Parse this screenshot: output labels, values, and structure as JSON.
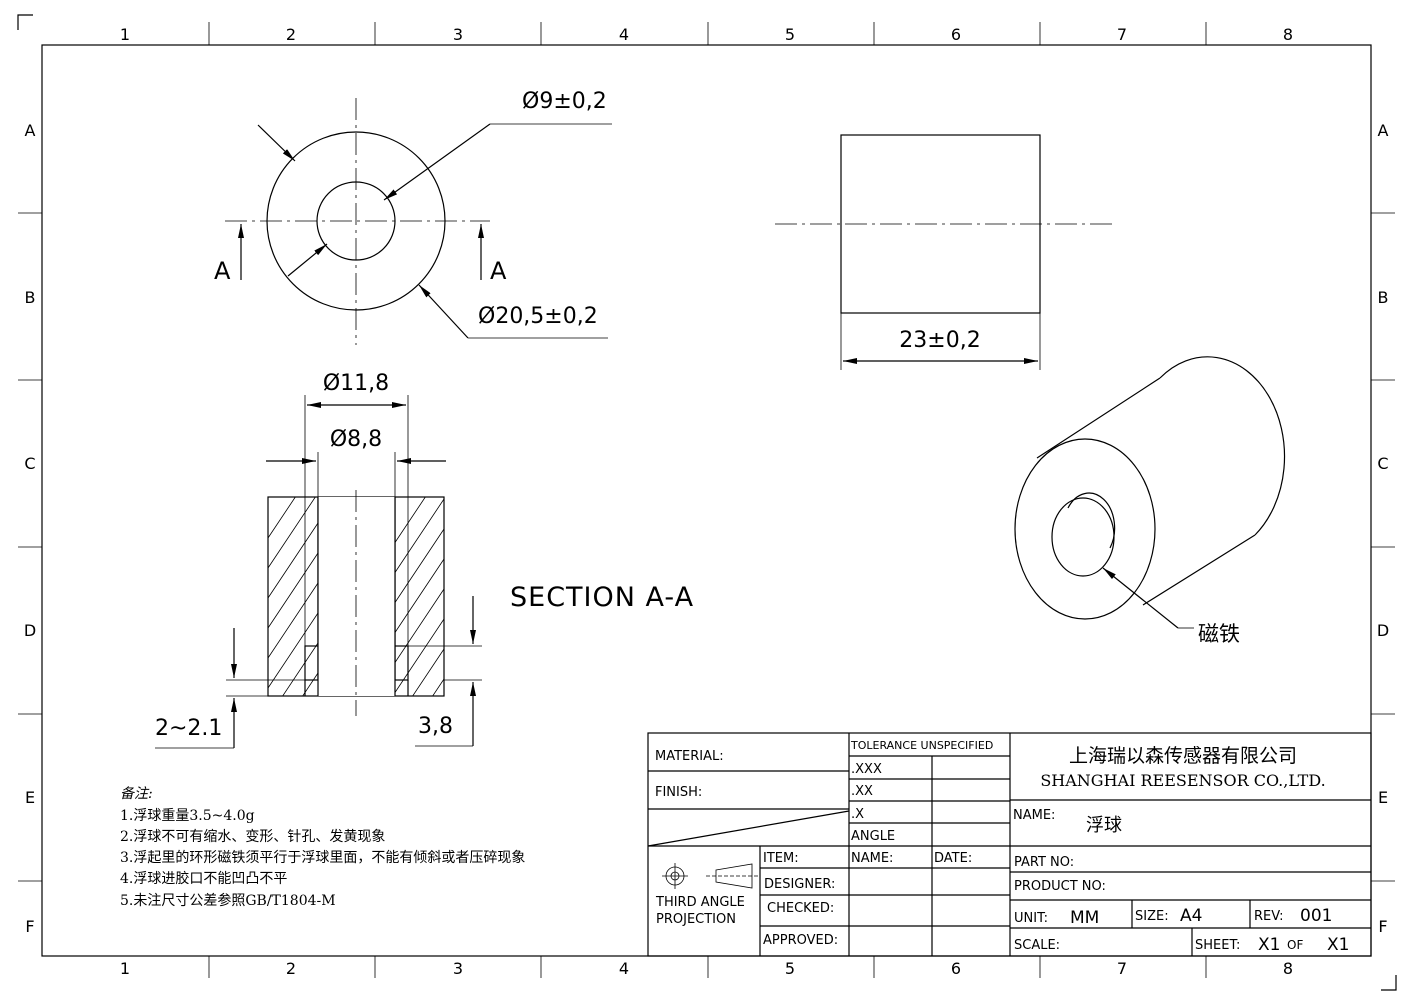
{
  "frame": {
    "columns": [
      "1",
      "2",
      "3",
      "4",
      "5",
      "6",
      "7",
      "8"
    ],
    "rows": [
      "A",
      "B",
      "C",
      "D",
      "E",
      "F"
    ]
  },
  "dimensions": {
    "inner_diameter": "Ø9±0,2",
    "outer_diameter": "Ø20,5±0,2",
    "length": "23±0,2",
    "recess_diameter": "Ø11,8",
    "bore_diameter": "Ø8,8",
    "recess_depth": "2~2.1",
    "recess_depth_right": "3,8",
    "section_marker": "A"
  },
  "section_label": "SECTION A-A",
  "magnet_label": "磁铁",
  "notes": {
    "title": "备注:",
    "items": [
      "1.浮球重量3.5~4.0g",
      "2.浮球不可有缩水、变形、针孔、发黄现象",
      "3.浮起里的环形磁铁须平行于浮球里面，不能有倾斜或者压碎现象",
      "4.浮球进胶口不能凹凸不平",
      "5.未注尺寸公差参照GB/T1804-M"
    ]
  },
  "title_block": {
    "material": "MATERIAL:",
    "finish": "FINISH:",
    "tolerance_header": "TOLERANCE  UNSPECIFIED",
    "tolerances": [
      ".XXX",
      ".XX",
      ".X",
      "ANGLE"
    ],
    "projection": [
      "THIRD  ANGLE",
      "PROJECTION"
    ],
    "item": "ITEM:",
    "name_col": "NAME:",
    "date_col": "DATE:",
    "designer": "DESIGNER:",
    "checked": "CHECKED:",
    "approved": "APPROVED:",
    "company_cn": "上海瑞以森传感器有限公司",
    "company_en": "SHANGHAI REESENSOR CO.,LTD.",
    "name_label": "NAME:",
    "name_value": "浮球",
    "part_no": "PART  NO:",
    "product_no": "PRODUCT  NO:",
    "unit_label": "UNIT:",
    "unit_value": "MM",
    "size_label": "SIZE:",
    "size_value": "A4",
    "rev_label": "REV:",
    "rev_value": "001",
    "scale_label": "SCALE:",
    "sheet_label": "SHEET:",
    "sheet_value": "X1",
    "sheet_of": "OF",
    "sheet_total": "X1"
  }
}
